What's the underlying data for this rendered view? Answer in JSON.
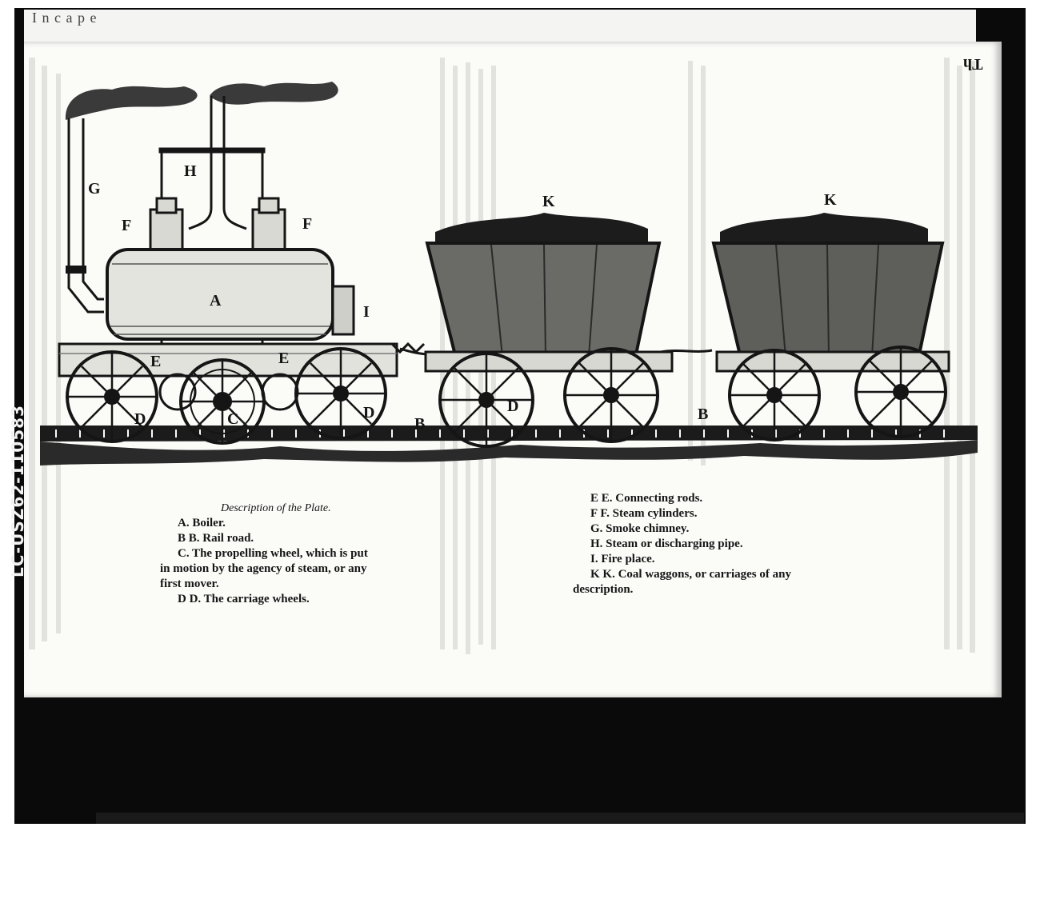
{
  "running_head": "I n c a p e",
  "page_folio": "Th",
  "catalog_number": "LC-USZ62-110583",
  "figure_labels": {
    "G": "G",
    "H": "H",
    "F_left": "F",
    "F_right": "F",
    "A": "A",
    "I": "I",
    "E_left": "E",
    "E_right": "E",
    "D_front": "D",
    "C": "C",
    "D_rear": "D",
    "D_waggon": "D",
    "B_left": "B",
    "B_right": "B",
    "K_left": "K",
    "K_right": "K"
  },
  "legend_left": {
    "heading": "Description of the Plate.",
    "items": [
      "A.   Boiler.",
      "B B.   Rail road.",
      "C.   The propelling wheel, which is put",
      "in motion by the agency of steam, or any",
      "first mover.",
      "D D.   The carriage wheels."
    ]
  },
  "legend_right": {
    "items": [
      "E E.   Connecting rods.",
      "F F.   Steam cylinders.",
      "G.   Smoke chimney.",
      "H.   Steam or discharging pipe.",
      "I.   Fire place.",
      "K K.   Coal waggons, or carriages of any",
      "description."
    ]
  },
  "colors": {
    "ink": "#151515",
    "paper": "#fbfbf8",
    "frame": "#0a0a0a"
  }
}
